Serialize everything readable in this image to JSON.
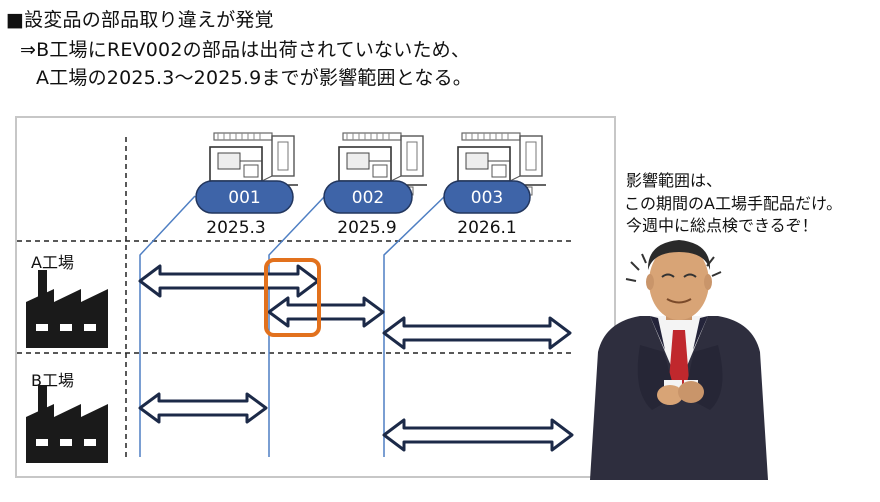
{
  "header": {
    "line1": "■設変品の部品取り違えが発覚",
    "line2": "⇒B工場にREV002の部品は出荷されていないため、",
    "line3": "A工場の2025.3～2025.9までが影響範囲となる。"
  },
  "revisions": [
    {
      "label": "001",
      "date": "2025.3"
    },
    {
      "label": "002",
      "date": "2025.9"
    },
    {
      "label": "003",
      "date": "2026.1"
    }
  ],
  "factories": {
    "a": "A工場",
    "b": "B工場"
  },
  "speech": {
    "line1": "影響範囲は、",
    "line2": "この期間のA工場手配品だけ。",
    "line3": "今週中に総点検できるぞ！"
  },
  "colors": {
    "badge_fill": "#3e64a8",
    "arrow_outline": "#1c2a48",
    "highlight": "#e2711d",
    "timeline": "#4f7fc3"
  }
}
